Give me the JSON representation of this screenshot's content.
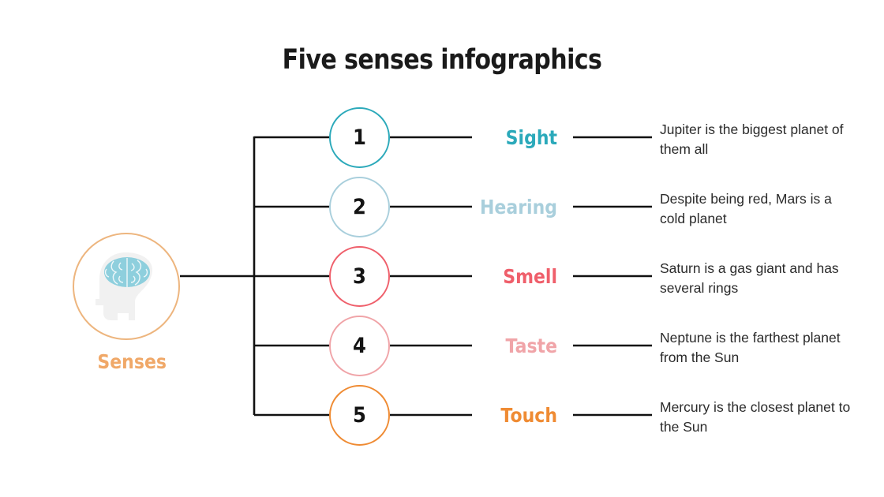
{
  "slide": {
    "title": "Five senses infographics",
    "background_color": "#ffffff"
  },
  "root": {
    "label": "Senses",
    "label_color": "#f0a868",
    "ring_color": "#edb57e",
    "icon": "head-brain-icon",
    "icon_head_color": "#f0f0f0",
    "icon_brain_color": "#8ecfdd"
  },
  "items": [
    {
      "number": "1",
      "name": "Sight",
      "color": "#2ba9ba",
      "description": "Jupiter is the biggest planet of them all"
    },
    {
      "number": "2",
      "name": "Hearing",
      "color": "#a9cfdc",
      "description": "Despite being red, Mars is a cold planet"
    },
    {
      "number": "3",
      "name": "Smell",
      "color": "#ef5f6b",
      "description": "Saturn is a gas giant and has several rings"
    },
    {
      "number": "4",
      "name": "Taste",
      "color": "#f0a4a8",
      "description": "Neptune is the farthest planet from the Sun"
    },
    {
      "number": "5",
      "name": "Touch",
      "color": "#ef8b33",
      "description": "Mercury is the closest planet to the Sun"
    }
  ],
  "connector_color": "#111111"
}
